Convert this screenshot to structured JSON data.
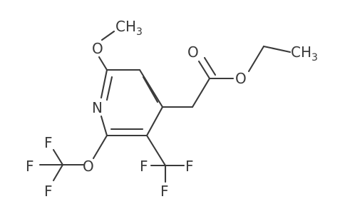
{
  "molecule": {
    "atoms": {
      "methyl_top": {
        "main": "CH",
        "sub": "3"
      },
      "o_methoxy": {
        "main": "O"
      },
      "n_ring": {
        "main": "N"
      },
      "o_carbonyl": {
        "main": "O"
      },
      "o_ester": {
        "main": "O"
      },
      "methyl_ethyl": {
        "main": "CH",
        "sub": "3"
      },
      "o_ocf3": {
        "main": "O"
      },
      "f_ocf3_left": {
        "main": "F"
      },
      "f_ocf3_top": {
        "main": "F"
      },
      "f_ocf3_bottom": {
        "main": "F"
      },
      "f_cf3_left": {
        "main": "F"
      },
      "f_cf3_right": {
        "main": "F"
      },
      "f_cf3_bottom": {
        "main": "F"
      }
    }
  }
}
